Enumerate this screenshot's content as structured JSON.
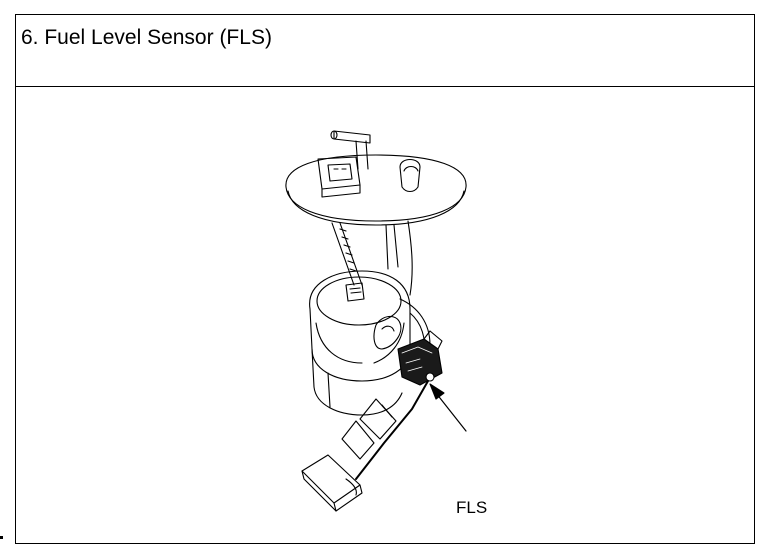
{
  "document": {
    "title": "6. Fuel Level Sensor (FLS)"
  },
  "figure": {
    "callout_label": "FLS",
    "illustration": "fuel-pump-assembly",
    "line_color": "#000000",
    "background_color": "#ffffff"
  }
}
